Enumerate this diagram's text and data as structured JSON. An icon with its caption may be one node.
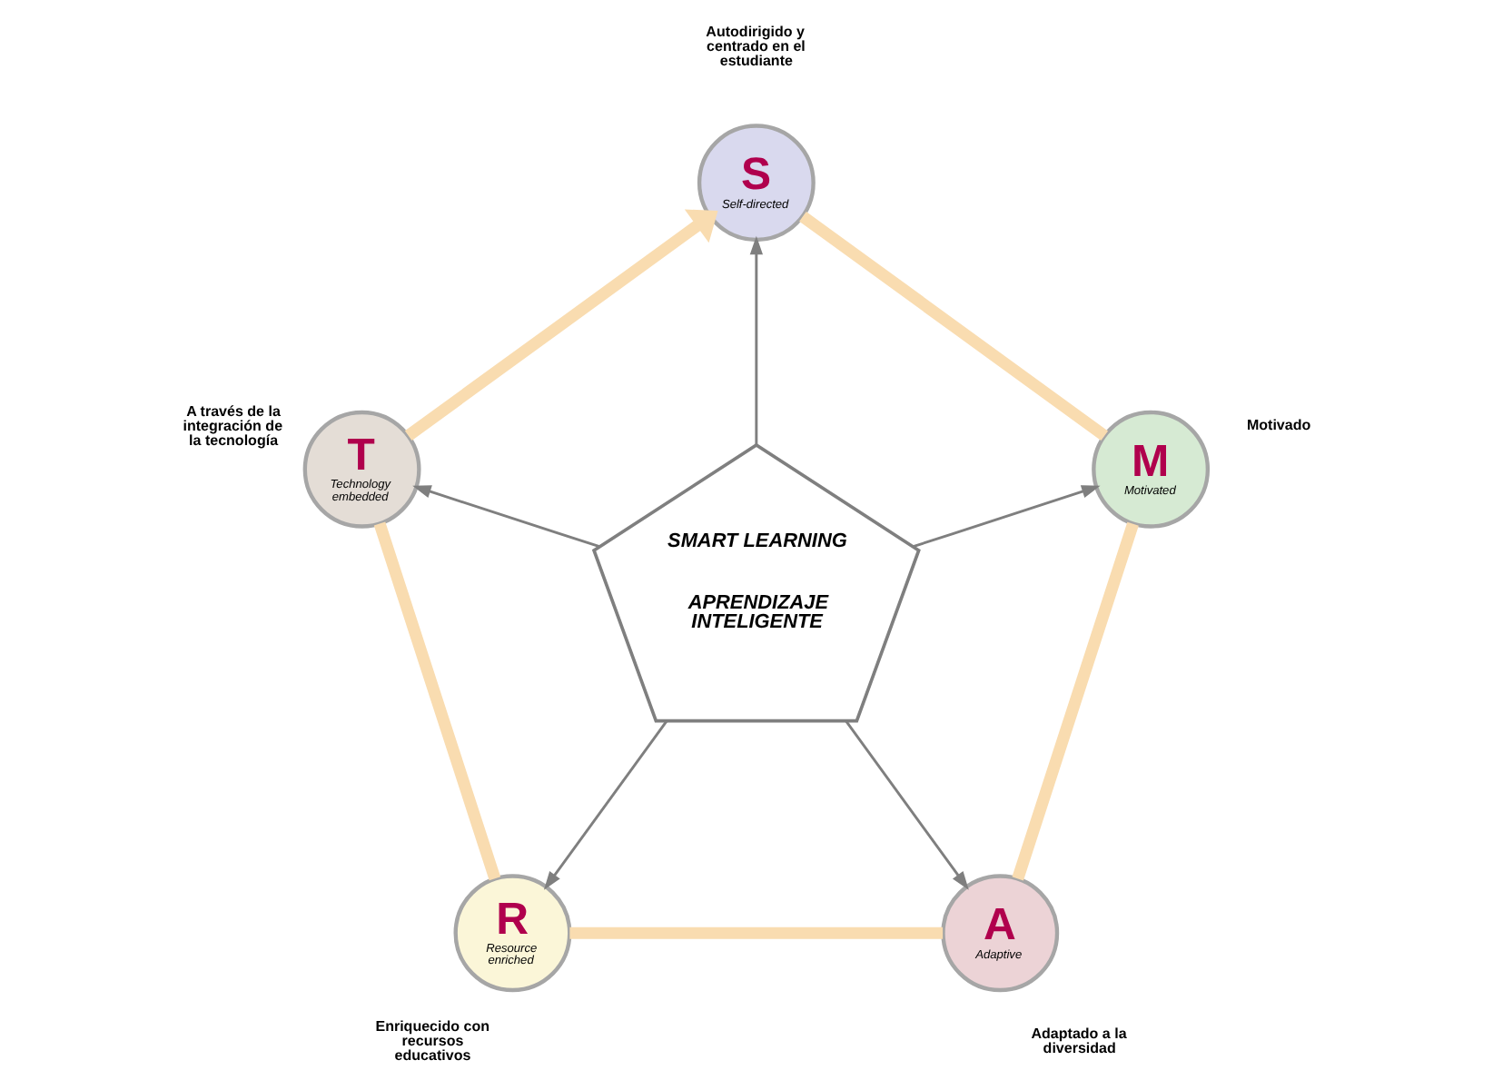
{
  "diagram": {
    "nodes": [
      {
        "text": [
          "SMART LEARNING",
          "APRENDIZAJE INTELIGENTE"
        ]
      },
      {
        "text": [
          "S",
          "Self-directed"
        ],
        "beside": [
          "Autodirigido y centrado en el estudiante"
        ]
      },
      {
        "text": [
          "M",
          "Motivated"
        ],
        "beside": [
          "Motivado"
        ]
      },
      {
        "text": [
          "A",
          "Adaptive"
        ],
        "beside": [
          "Adaptado a la diversidad"
        ]
      },
      {
        "text": [
          "R",
          "Resource enriched"
        ],
        "beside": [
          "Enriquecido con recursos educativos"
        ]
      },
      {
        "text": [
          "T",
          "Technology embedded"
        ],
        "beside": [
          "A través de la integración de la tecnología"
        ]
      }
    ],
    "edges": [
      {
        "from": 0,
        "to": 1,
        "arrow": "to",
        "color": "#7f7f7f"
      },
      {
        "from": 0,
        "to": 2,
        "arrow": "to",
        "color": "#7f7f7f"
      },
      {
        "from": 0,
        "to": 3,
        "arrow": "to",
        "color": "#7f7f7f"
      },
      {
        "from": 0,
        "to": 4,
        "arrow": "to",
        "color": "#7f7f7f"
      },
      {
        "from": 0,
        "to": 5,
        "arrow": "to",
        "color": "#7f7f7f"
      },
      {
        "from": 1,
        "to": 2,
        "arrow": "none",
        "style": "thick",
        "color": "#f9dcb0"
      },
      {
        "from": 2,
        "to": 3,
        "arrow": "none",
        "style": "thick",
        "color": "#f9dcb0"
      },
      {
        "from": 3,
        "to": 4,
        "arrow": "none",
        "style": "thick",
        "color": "#f9dcb0"
      },
      {
        "from": 4,
        "to": 5,
        "arrow": "none",
        "style": "thick",
        "color": "#f9dcb0"
      },
      {
        "from": 5,
        "to": 1,
        "arrow": "to",
        "style": "thick",
        "color": "#f9dcb0"
      }
    ]
  }
}
